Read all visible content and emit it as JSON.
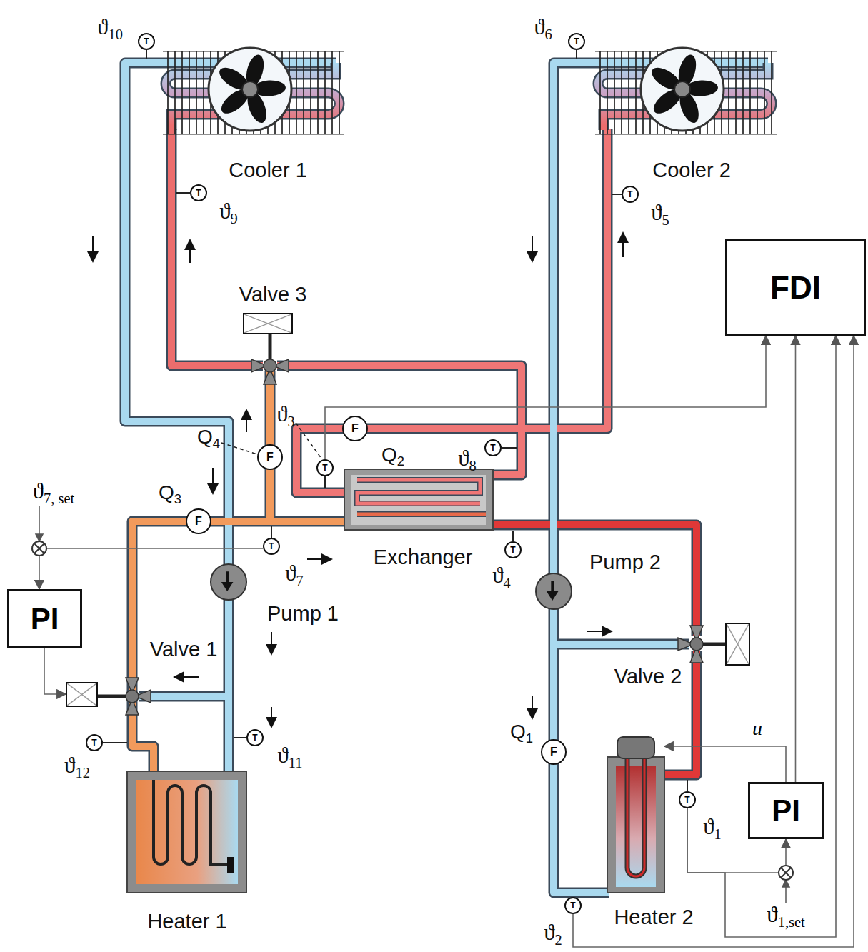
{
  "diagram": {
    "nodes": [
      {
        "text": [
          "Cooler 1"
        ]
      },
      {
        "text": [
          "Cooler 2"
        ]
      },
      {
        "text": [
          "FDI"
        ]
      },
      {
        "text": [
          "Valve 3"
        ]
      },
      {
        "text": [
          "F",
          "Q4"
        ]
      },
      {
        "text": [
          "F",
          "Q2"
        ]
      },
      {
        "text": [
          "F",
          "Q3"
        ]
      },
      {
        "text": [
          "Exchanger"
        ]
      },
      {
        "text": [
          "Pump 1"
        ]
      },
      {
        "text": [
          "Pump 2"
        ]
      },
      {
        "text": [
          "PI"
        ]
      },
      {
        "text": [
          "Valve 1"
        ]
      },
      {
        "text": [
          "Valve 2"
        ]
      },
      {
        "text": [
          "F",
          "Q1"
        ]
      },
      {
        "text": [
          "Heater 1"
        ]
      },
      {
        "text": [
          "Heater 2"
        ]
      },
      {
        "text": [
          "PI"
        ]
      },
      {
        "text": [
          "T",
          "ϑ10"
        ]
      },
      {
        "text": [
          "T",
          "ϑ6"
        ]
      },
      {
        "text": [
          "T",
          "ϑ9"
        ]
      },
      {
        "text": [
          "T",
          "ϑ5"
        ]
      },
      {
        "text": [
          "T",
          "ϑ3"
        ]
      },
      {
        "text": [
          "T",
          "ϑ8"
        ]
      },
      {
        "text": [
          "T",
          "ϑ7"
        ]
      },
      {
        "text": [
          "T",
          "ϑ4"
        ]
      },
      {
        "text": [
          "T",
          "ϑ12"
        ]
      },
      {
        "text": [
          "T",
          "ϑ11"
        ]
      },
      {
        "text": [
          "T",
          "ϑ1"
        ]
      },
      {
        "text": [
          "T",
          "ϑ2"
        ]
      }
    ],
    "edges": [
      {
        "from": 23,
        "to": 10,
        "arrow": "to"
      },
      {
        "from": 10,
        "to": 11,
        "arrow": "to"
      },
      {
        "from": 27,
        "to": 16,
        "arrow": "to"
      },
      {
        "from": 16,
        "to": 15,
        "arrow": "to",
        "label": "u"
      },
      {
        "from": 21,
        "to": 2,
        "arrow": "to"
      },
      {
        "from": 16,
        "to": 2,
        "arrow": "to"
      },
      {
        "from": 27,
        "to": 2,
        "arrow": "to"
      },
      {
        "from": 28,
        "to": 2,
        "arrow": "to"
      }
    ],
    "labels": [
      "ϑ7, set",
      "ϑ1,set"
    ]
  }
}
